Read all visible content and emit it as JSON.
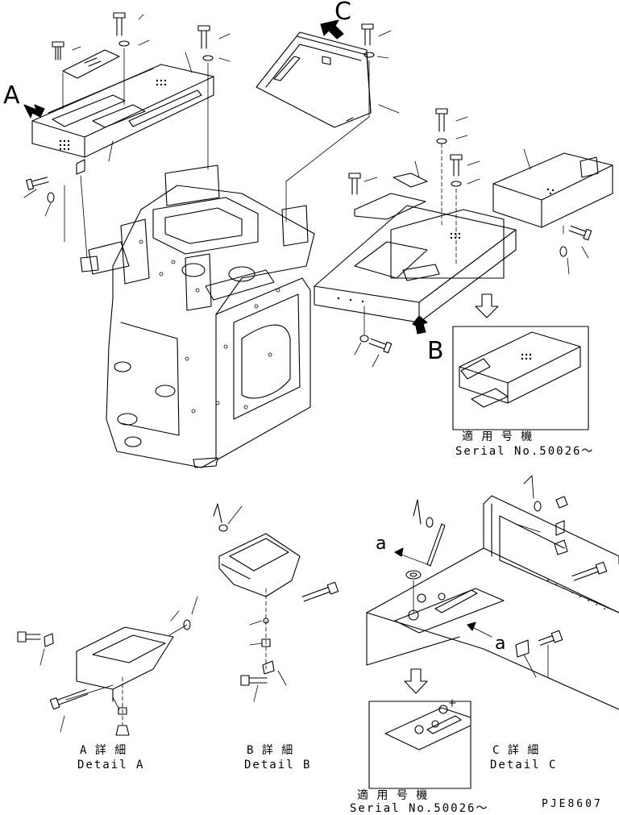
{
  "view_labels": {
    "a_view": "A",
    "b_view": "B",
    "c_view": "C"
  },
  "arrow_labels": {
    "a_upper": "a",
    "a_lower": "a"
  },
  "serial_note_upper": {
    "jp": "適 用 号 機",
    "en": "Serial No.50026～"
  },
  "serial_note_lower": {
    "jp": "適 用 号 機",
    "en": "Serial No.50026～"
  },
  "detail_a": {
    "jp": "A 詳 細",
    "en": "Detail A"
  },
  "detail_b": {
    "jp": "B 詳 細",
    "en": "Detail B"
  },
  "detail_c": {
    "jp": "C 詳 細",
    "en": "Detail C"
  },
  "drawing_code": "PJE8607",
  "line_color": "#000000",
  "background_color": "#ffffff"
}
